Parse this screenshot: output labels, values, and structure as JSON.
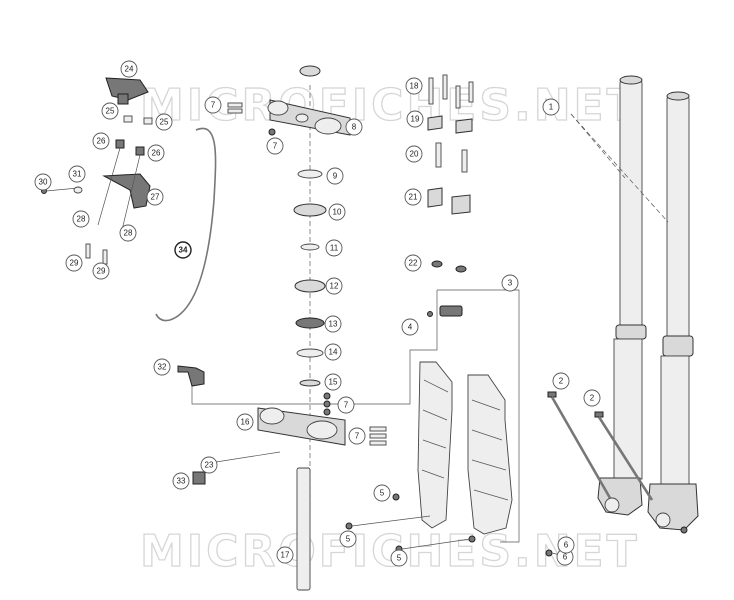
{
  "watermark": "MICROFICHES.NET",
  "callouts": [
    "1",
    "2",
    "2",
    "3",
    "4",
    "5",
    "5",
    "5",
    "6",
    "6",
    "7",
    "7",
    "7",
    "7",
    "8",
    "9",
    "10",
    "11",
    "12",
    "13",
    "14",
    "15",
    "16",
    "17",
    "18",
    "19",
    "20",
    "21",
    "22",
    "23",
    "24",
    "25",
    "25",
    "26",
    "26",
    "27",
    "28",
    "28",
    "29",
    "29",
    "30",
    "31",
    "32",
    "33",
    "34"
  ]
}
